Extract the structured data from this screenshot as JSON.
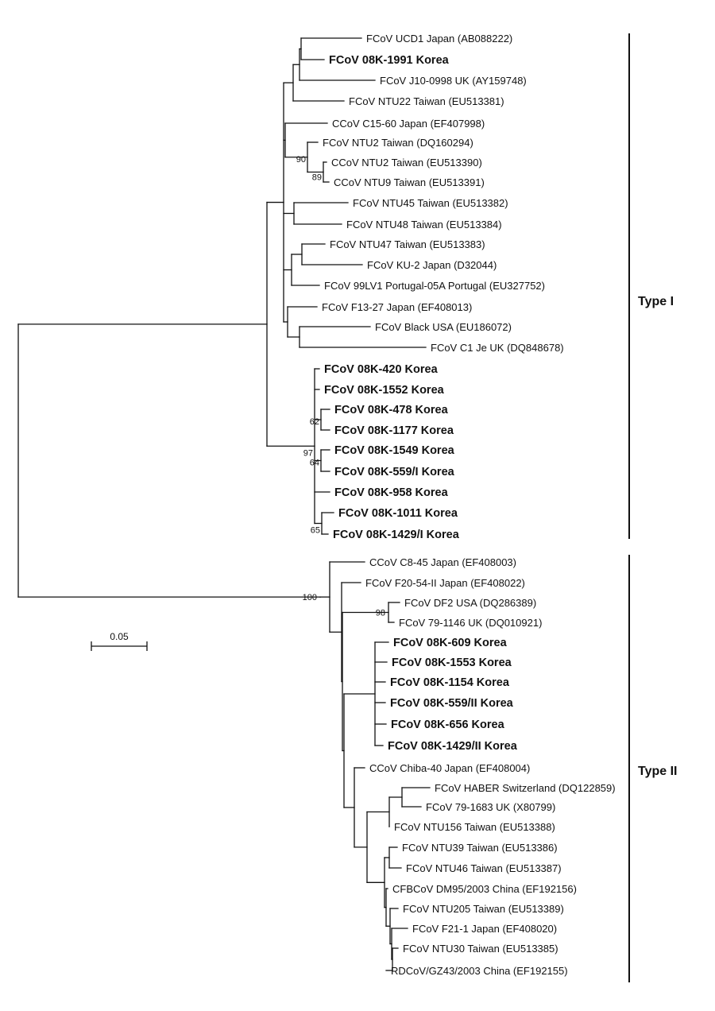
{
  "scale_bar": {
    "label": "0.05"
  },
  "groups": [
    {
      "id": "type1",
      "label": "Type I"
    },
    {
      "id": "type2",
      "label": "Type II"
    }
  ],
  "taxa": [
    {
      "id": "t1",
      "label": "FCoV UCD1 Japan (AB088222)",
      "bold": false
    },
    {
      "id": "t2",
      "label": "FCoV 08K-1991 Korea",
      "bold": true
    },
    {
      "id": "t3",
      "label": "FCoV J10-0998 UK (AY159748)",
      "bold": false
    },
    {
      "id": "t4",
      "label": "FCoV NTU22 Taiwan (EU513381)",
      "bold": false
    },
    {
      "id": "t5",
      "label": "CCoV C15-60 Japan (EF407998)",
      "bold": false
    },
    {
      "id": "t6",
      "label": "FCoV NTU2 Taiwan (DQ160294)",
      "bold": false
    },
    {
      "id": "t7",
      "label": "CCoV NTU2 Taiwan (EU513390)",
      "bold": false
    },
    {
      "id": "t8",
      "label": "CCoV NTU9 Taiwan (EU513391)",
      "bold": false
    },
    {
      "id": "t9",
      "label": "FCoV NTU45 Taiwan (EU513382)",
      "bold": false
    },
    {
      "id": "t10",
      "label": "FCoV NTU48 Taiwan (EU513384)",
      "bold": false
    },
    {
      "id": "t11",
      "label": "FCoV NTU47 Taiwan (EU513383)",
      "bold": false
    },
    {
      "id": "t12",
      "label": "FCoV KU-2 Japan (D32044)",
      "bold": false
    },
    {
      "id": "t13",
      "label": "FCoV 99LV1 Portugal-05A Portugal (EU327752)",
      "bold": false
    },
    {
      "id": "t14",
      "label": "FCoV F13-27 Japan (EF408013)",
      "bold": false
    },
    {
      "id": "t15",
      "label": "FCoV Black USA (EU186072)",
      "bold": false
    },
    {
      "id": "t16",
      "label": "FCoV C1 Je UK (DQ848678)",
      "bold": false
    },
    {
      "id": "t17",
      "label": "FCoV 08K-420 Korea",
      "bold": true
    },
    {
      "id": "t18",
      "label": "FCoV 08K-1552 Korea",
      "bold": true
    },
    {
      "id": "t19",
      "label": "FCoV 08K-478 Korea",
      "bold": true
    },
    {
      "id": "t20",
      "label": "FCoV 08K-1177 Korea",
      "bold": true
    },
    {
      "id": "t21",
      "label": "FCoV 08K-1549 Korea",
      "bold": true
    },
    {
      "id": "t22",
      "label": "FCoV 08K-559/I Korea",
      "bold": true
    },
    {
      "id": "t23",
      "label": "FCoV 08K-958 Korea",
      "bold": true
    },
    {
      "id": "t24",
      "label": "FCoV 08K-1011 Korea",
      "bold": true
    },
    {
      "id": "t25",
      "label": "FCoV 08K-1429/I Korea",
      "bold": true
    },
    {
      "id": "t26",
      "label": "CCoV C8-45 Japan (EF408003)",
      "bold": false
    },
    {
      "id": "t27",
      "label": "FCoV F20-54-II Japan (EF408022)",
      "bold": false
    },
    {
      "id": "t28",
      "label": "FCoV DF2 USA (DQ286389)",
      "bold": false
    },
    {
      "id": "t29",
      "label": "FCoV 79-1146 UK (DQ010921)",
      "bold": false
    },
    {
      "id": "t30",
      "label": "FCoV 08K-609 Korea",
      "bold": true
    },
    {
      "id": "t31",
      "label": "FCoV 08K-1553 Korea",
      "bold": true
    },
    {
      "id": "t32",
      "label": "FCoV 08K-1154 Korea",
      "bold": true
    },
    {
      "id": "t33",
      "label": "FCoV 08K-559/II Korea",
      "bold": true
    },
    {
      "id": "t34",
      "label": "FCoV 08K-656 Korea",
      "bold": true
    },
    {
      "id": "t35",
      "label": "FCoV 08K-1429/II Korea",
      "bold": true
    },
    {
      "id": "t36",
      "label": "CCoV Chiba-40 Japan (EF408004)",
      "bold": false
    },
    {
      "id": "t37",
      "label": "FCoV HABER Switzerland (DQ122859)",
      "bold": false
    },
    {
      "id": "t38",
      "label": "FCoV 79-1683 UK (X80799)",
      "bold": false
    },
    {
      "id": "t39",
      "label": "FCoV NTU156 Taiwan (EU513388)",
      "bold": false
    },
    {
      "id": "t40",
      "label": "FCoV NTU39 Taiwan (EU513386)",
      "bold": false
    },
    {
      "id": "t41",
      "label": "FCoV NTU46 Taiwan (EU513387)",
      "bold": false
    },
    {
      "id": "t42",
      "label": "CFBCoV DM95/2003 China (EF192156)",
      "bold": false
    },
    {
      "id": "t43",
      "label": "FCoV NTU205 Taiwan (EU513389)",
      "bold": false
    },
    {
      "id": "t44",
      "label": "FCoV F21-1 Japan (EF408020)",
      "bold": false
    },
    {
      "id": "t45",
      "label": "FCoV NTU30 Taiwan (EU513385)",
      "bold": false
    },
    {
      "id": "t46",
      "label": "RDCoV/GZ43/2003 China (EF192155)",
      "bold": false
    }
  ],
  "bootstrap": [
    {
      "id": "bs90",
      "value": "90"
    },
    {
      "id": "bs89",
      "value": "89"
    },
    {
      "id": "bs97",
      "value": "97"
    },
    {
      "id": "bs62",
      "value": "62"
    },
    {
      "id": "bs64",
      "value": "64"
    },
    {
      "id": "bs65",
      "value": "65"
    },
    {
      "id": "bs100",
      "value": "100"
    },
    {
      "id": "bs98",
      "value": "98"
    }
  ]
}
